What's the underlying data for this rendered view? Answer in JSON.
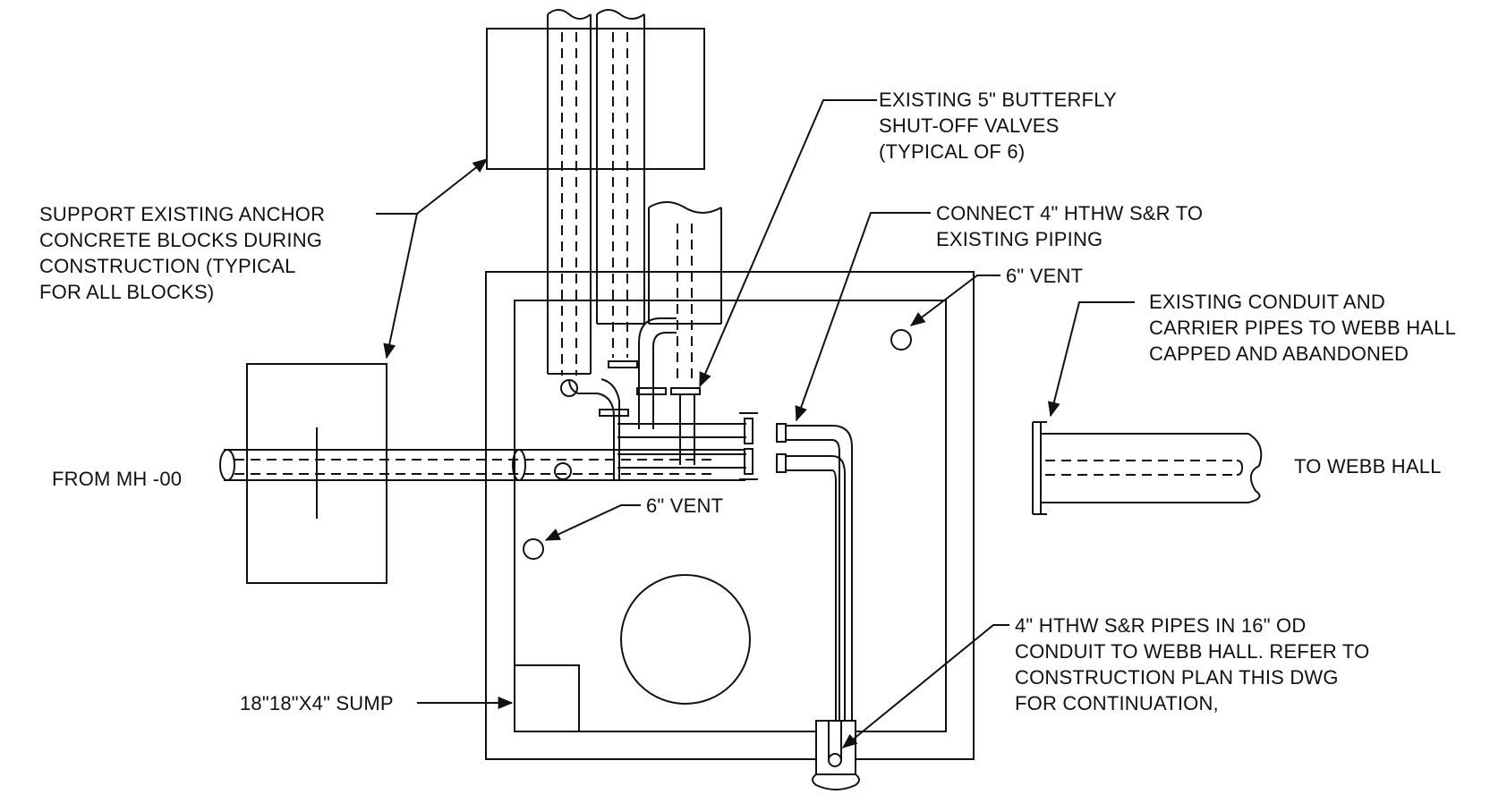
{
  "labels": {
    "butterfly_valves": [
      "EXISTING 5\" BUTTERFLY",
      "SHUT-OFF VALVES",
      "(TYPICAL OF 6)"
    ],
    "support_blocks": [
      "SUPPORT  EXISTING ANCHOR",
      "CONCRETE BLOCKS DURING",
      "CONSTRUCTION (TYPICAL",
      "FOR ALL BLOCKS)"
    ],
    "connect_hthw": [
      "CONNECT 4\" HTHW S&R TO",
      "EXISTING PIPING"
    ],
    "vent_top": "6\" VENT",
    "existing_conduit": [
      "EXISTING CONDUIT AND",
      "CARRIER PIPES TO WEBB HALL",
      "CAPPED AND ABANDONED"
    ],
    "to_webb_hall": "TO WEBB HALL",
    "from_mh": "FROM MH -00",
    "vent_bottom": "6\" VENT",
    "hthw_pipes": [
      "4\" HTHW S&R PIPES IN 16\" OD",
      "CONDUIT TO WEBB HALL. REFER TO",
      "CONSTRUCTION PLAN THIS DWG",
      "FOR CONTINUATION,"
    ],
    "sump": "18\"18\"X4\" SUMP"
  },
  "colors": {
    "ink": "#111111",
    "background": "#ffffff"
  }
}
